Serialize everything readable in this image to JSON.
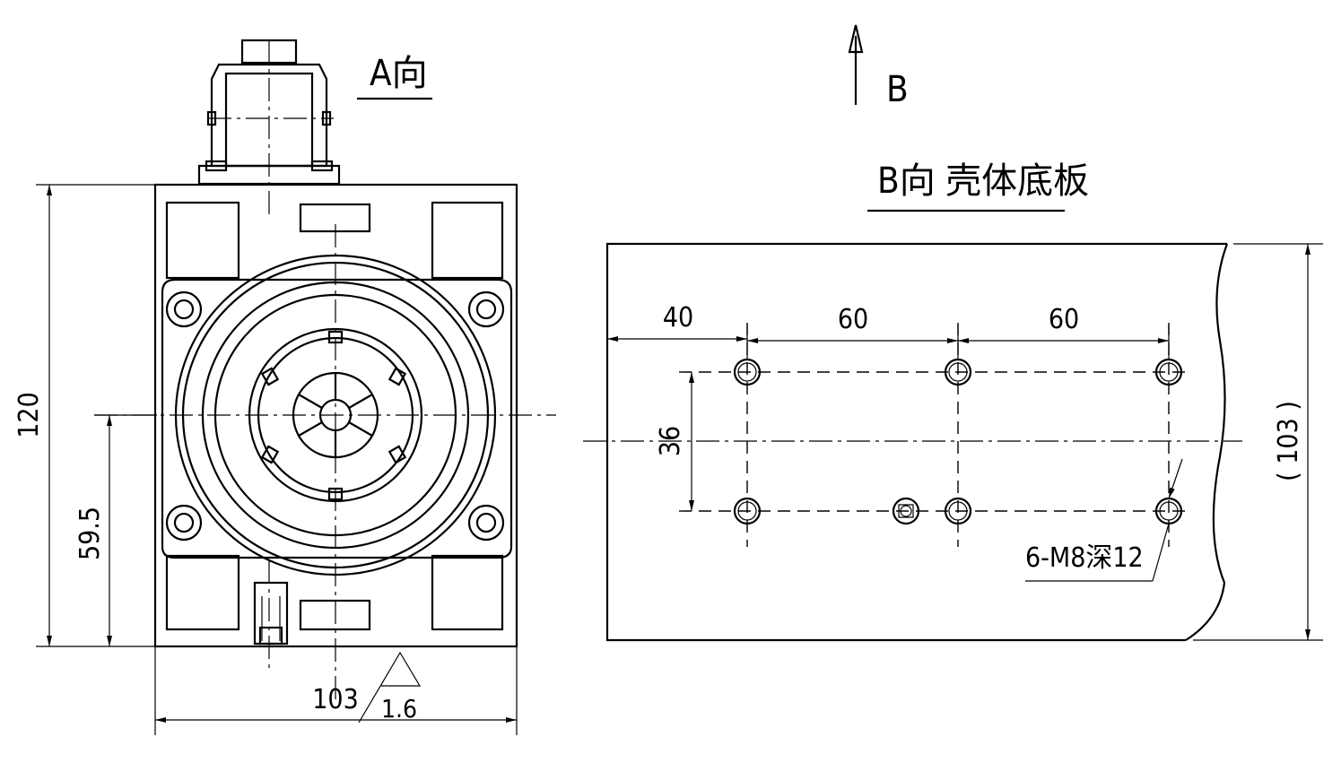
{
  "views": {
    "view_a": {
      "title": "A向"
    },
    "view_b": {
      "arrow_label": "B",
      "title": "B向 壳体底板"
    }
  },
  "dimensions": {
    "height_120": "120",
    "height_59_5": "59.5",
    "width_103": "103",
    "roughness": "1.6",
    "b_spacing_40": "40",
    "b_spacing_60_a": "60",
    "b_spacing_60_b": "60",
    "b_row_gap_36": "36",
    "b_height_ref": "( 103 )"
  },
  "annotations": {
    "hole_note": "6-M8深12"
  }
}
